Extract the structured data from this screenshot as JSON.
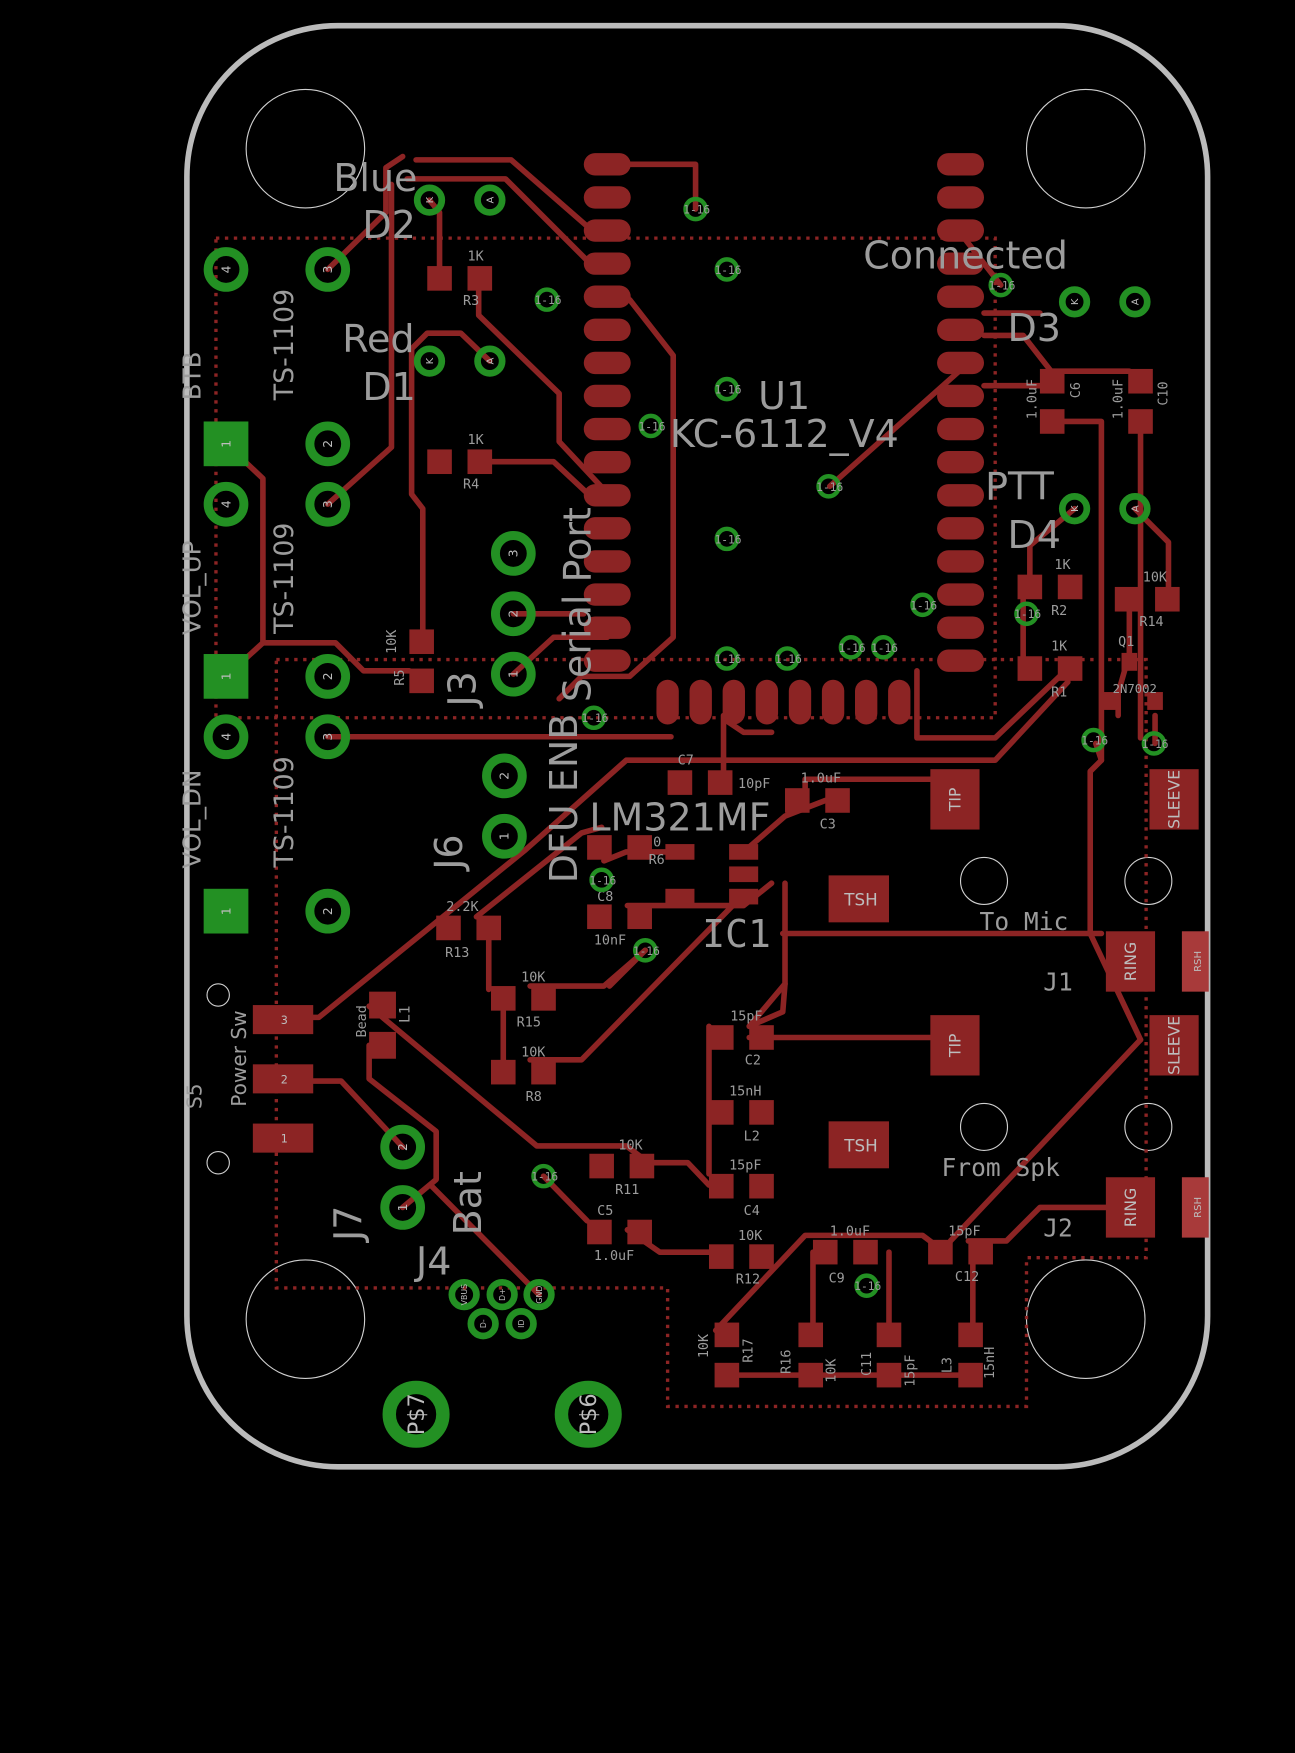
{
  "colors": {
    "background": "#000000",
    "copper": "#8c2424",
    "pad_green": "#239023",
    "outline": "#bbbbbb",
    "silkscreen": "#9c9c9c"
  },
  "via_label": "1-16",
  "labels": {
    "blue": "Blue",
    "d2": "D2",
    "red": "Red",
    "d1": "D1",
    "u1": "U1",
    "u1_part": "KC-6112_V4",
    "connected": "Connected",
    "d3": "D3",
    "ptt": "PTT",
    "d4": "D4",
    "ts1": "TS-1109",
    "ts2": "TS-1109",
    "ts3": "TS-1109",
    "btb": "BTB",
    "vol_up": "VOL_UP",
    "vol_dn": "VOL_DN",
    "serial_port": "Serial Port",
    "dfu_enb": "DFU ENB",
    "j3": "J3",
    "j6": "J6",
    "lm321": "LM321MF",
    "ic1": "IC1",
    "to_mic": "To Mic",
    "j1": "J1",
    "from_spk": "From Spk",
    "j2": "J2",
    "j7": "J7",
    "bat": "Bat",
    "j4": "J4",
    "power_sw": "Power Sw",
    "s5": "S5",
    "bead": "Bead",
    "l1": "L1",
    "p7": "P$7",
    "p6": "P$6"
  },
  "parts": {
    "r3": {
      "name": "R3",
      "value": "1K"
    },
    "r4": {
      "name": "R4",
      "value": "1K"
    },
    "r5": {
      "name": "R5",
      "value": "10K"
    },
    "r2": {
      "name": "R2",
      "value": "1K"
    },
    "r1": {
      "name": "R1",
      "value": "1K"
    },
    "r14": {
      "name": "R14",
      "value": "10K"
    },
    "q1": {
      "name": "Q1",
      "value": "2N7002"
    },
    "c6": {
      "name": "C6",
      "value": "1.0uF"
    },
    "c10": {
      "name": "C10",
      "value": "1.0uF"
    },
    "c7": {
      "name": "C7",
      "value": "10pF"
    },
    "c3": {
      "name": "C3",
      "value": "1.0uF"
    },
    "r6": {
      "name": "R6",
      "value": "0"
    },
    "c8": {
      "name": "C8",
      "value": "10nF"
    },
    "r13": {
      "name": "R13",
      "value": "2.2K"
    },
    "r15": {
      "name": "R15",
      "value": "10K"
    },
    "r8": {
      "name": "R8",
      "value": "10K"
    },
    "c2": {
      "name": "C2",
      "value": "15pF"
    },
    "l2": {
      "name": "L2",
      "value": "15nH"
    },
    "c4": {
      "name": "C4",
      "value": "15pF"
    },
    "r11": {
      "name": "R11",
      "value": "10K"
    },
    "c5": {
      "name": "C5",
      "value": "1.0uF"
    },
    "r12": {
      "name": "R12",
      "value": "10K"
    },
    "c9": {
      "name": "C9",
      "value": "1.0uF"
    },
    "c12": {
      "name": "C12",
      "value": "15pF"
    },
    "r17": {
      "name": "R17",
      "value": "10K"
    },
    "r16": {
      "name": "R16",
      "value": "10K"
    },
    "c11": {
      "name": "C11",
      "value": "15pF"
    },
    "l3": {
      "name": "L3",
      "value": "15nH"
    }
  },
  "jack_pads": {
    "tip": "TIP",
    "tsh": "TSH",
    "sleeve": "SLEEVE",
    "ring": "RING",
    "rsh": "RSH"
  },
  "pins": {
    "one": "1",
    "two": "2",
    "three": "3",
    "four": "4",
    "k": "K",
    "a": "A",
    "vbus": "VBUS",
    "dplus": "D+",
    "gnd": "GND",
    "dminus": "D-",
    "id": "ID"
  }
}
